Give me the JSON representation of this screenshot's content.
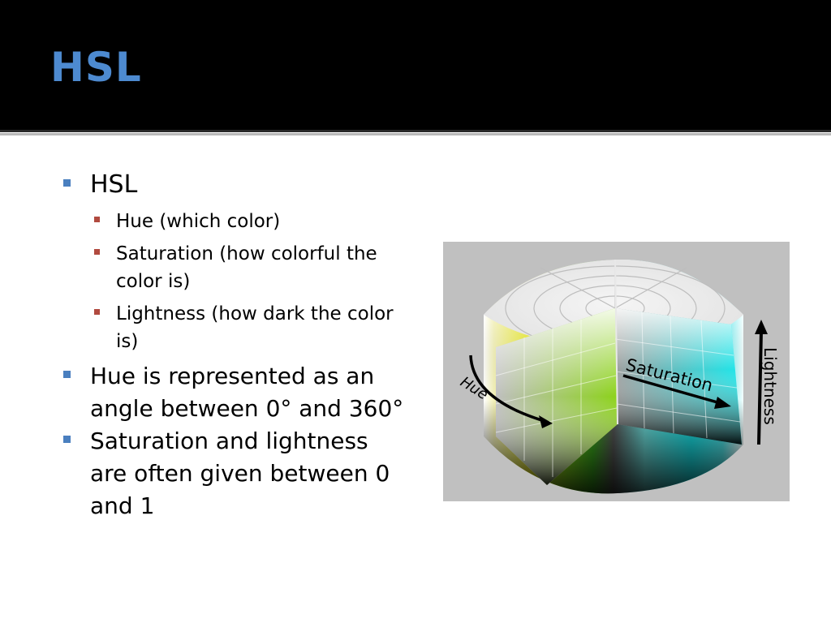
{
  "slide": {
    "title": "HSL",
    "bullets": [
      {
        "text": "HSL",
        "sub": [
          "Hue (which color)",
          "Saturation (how colorful the color is)",
          "Lightness (how dark the color is)"
        ]
      },
      {
        "text": "Hue is represented as an angle between 0° and 360°"
      },
      {
        "text": "Saturation and lightness are often given between 0 and 1"
      }
    ]
  },
  "figure": {
    "labels": {
      "hue": "Hue",
      "saturation": "Saturation",
      "lightness": "Lightness"
    }
  },
  "colors": {
    "title": "#4d8ad0",
    "l1_bullet": "#4a7fbf",
    "l2_bullet": "#b14a3f",
    "figure_bg": "#c0c0c0"
  }
}
